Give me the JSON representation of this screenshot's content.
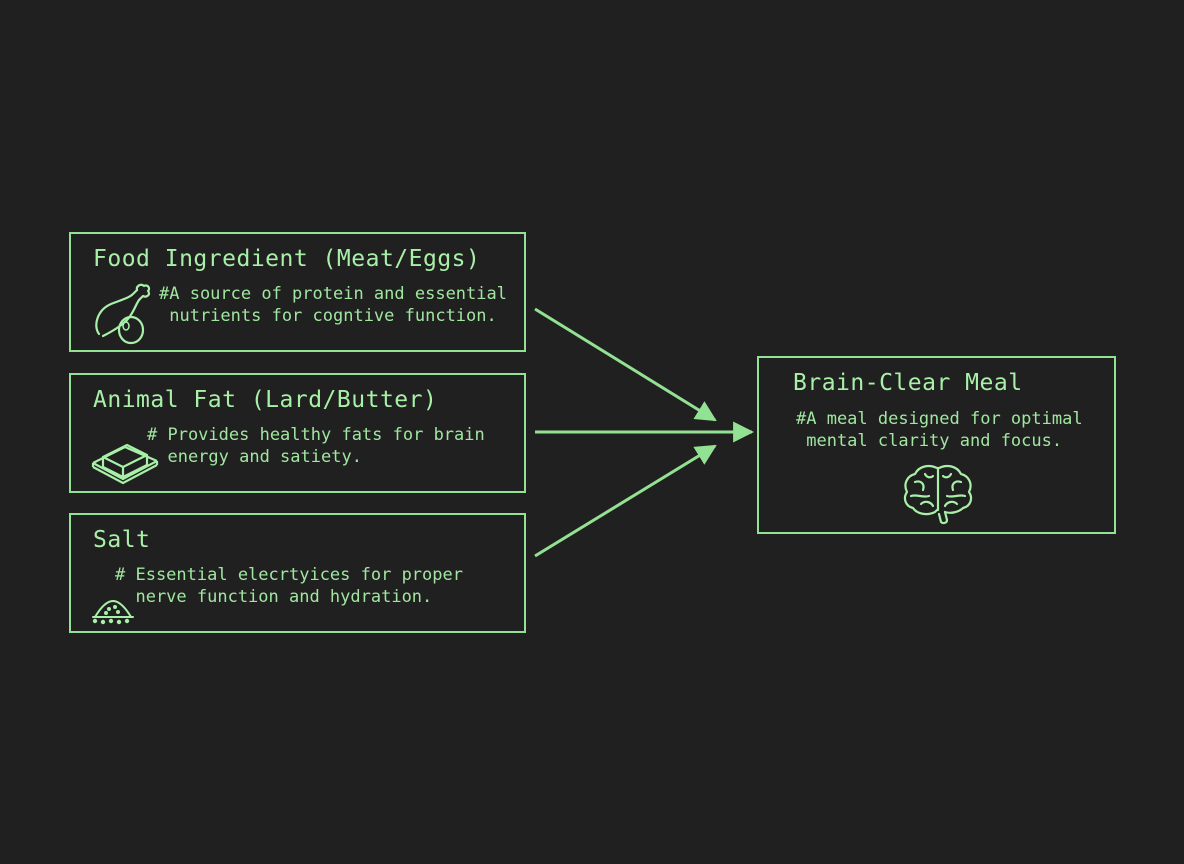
{
  "diagram": {
    "colors": {
      "background": "#202020",
      "stroke": "#93e293",
      "text": "#a8f0a8"
    },
    "inputs": [
      {
        "id": "food-ingredient",
        "title": "Food Ingredient (Meat/Eggs)",
        "description": "#A source of protein and essential\n nutrients for cogntive function.",
        "icon": "chicken-leg-egg-icon"
      },
      {
        "id": "animal-fat",
        "title": "Animal Fat (Lard/Butter)",
        "description": "# Provides healthy fats for brain\n  energy and satiety.",
        "icon": "butter-block-icon"
      },
      {
        "id": "salt",
        "title": "Salt",
        "description": "# Essential elecrtyices for proper\n  nerve function and hydration.",
        "icon": "salt-pile-icon"
      }
    ],
    "output": {
      "id": "brain-clear-meal",
      "title": "Brain-Clear Meal",
      "description": "#A meal designed for optimal\n mental clarity and focus.",
      "icon": "brain-icon"
    },
    "edges": [
      {
        "from": "food-ingredient",
        "to": "brain-clear-meal"
      },
      {
        "from": "animal-fat",
        "to": "brain-clear-meal"
      },
      {
        "from": "salt",
        "to": "brain-clear-meal"
      }
    ]
  }
}
